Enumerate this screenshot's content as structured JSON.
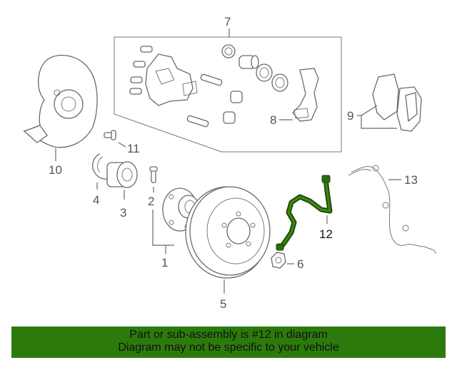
{
  "callouts": {
    "c1": "1",
    "c2": "2",
    "c3": "3",
    "c4": "4",
    "c5": "5",
    "c6": "6",
    "c7": "7",
    "c8": "8",
    "c9": "9",
    "c10": "10",
    "c11": "11",
    "c12": "12",
    "c13": "13"
  },
  "highlight": {
    "part_number": "12",
    "color": "#2d6a0e"
  },
  "footer": {
    "line1": "Part or sub-assembly is #12 in diagram",
    "line2": "Diagram may not be specific to your vehicle",
    "background": "#2d7a0c"
  }
}
